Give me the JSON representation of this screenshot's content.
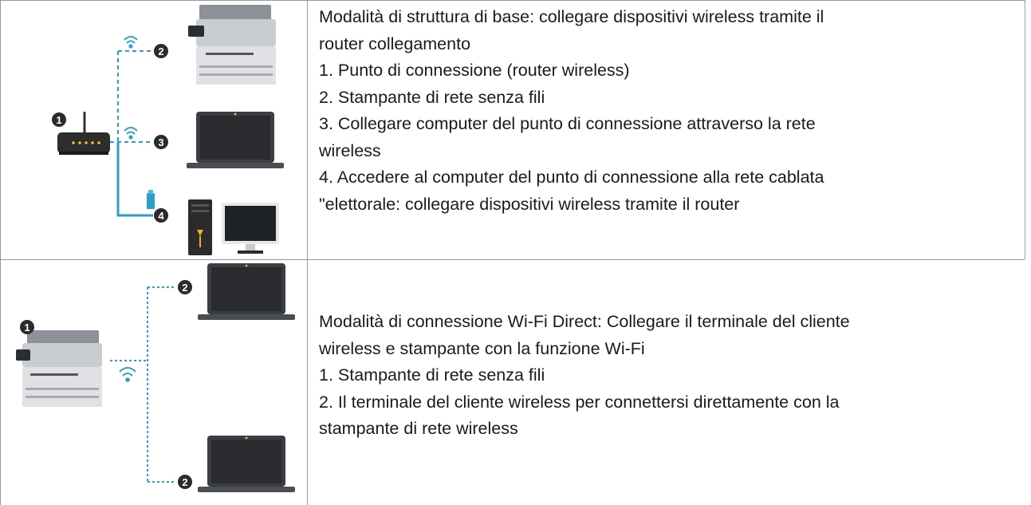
{
  "rows": [
    {
      "diagram": {
        "router_badge": "1",
        "badges": [
          "2",
          "3",
          "4"
        ],
        "icons": [
          "wireless-router",
          "network-printer",
          "laptop",
          "desktop-computer"
        ]
      },
      "lines": [
        "Modalità di struttura di base: collegare dispositivi wireless tramite il",
        "router collegamento",
        "1. Punto di connessione (router wireless)",
        "2. Stampante di rete senza fili",
        "3. Collegare computer del punto di connessione attraverso la rete",
        "wireless",
        "4. Accedere al computer del punto di connessione alla rete cablata",
        "\"elettorale: collegare dispositivi wireless tramite il router"
      ]
    },
    {
      "diagram": {
        "printer_badge": "1",
        "badges": [
          "2",
          "2"
        ],
        "icons": [
          "network-printer",
          "laptop",
          "laptop"
        ]
      },
      "lines": [
        "Modalità di connessione Wi-Fi Direct: Collegare il terminale del cliente",
        "wireless e stampante con la funzione Wi-Fi",
        "1. Stampante di rete senza fili",
        "2. Il terminale del cliente wireless per connettersi direttamente con la",
        "stampante di rete wireless"
      ]
    }
  ],
  "colors": {
    "connector": "#2f9fc8",
    "badge": "#2b2b2b",
    "border": "#9a9a9a"
  }
}
